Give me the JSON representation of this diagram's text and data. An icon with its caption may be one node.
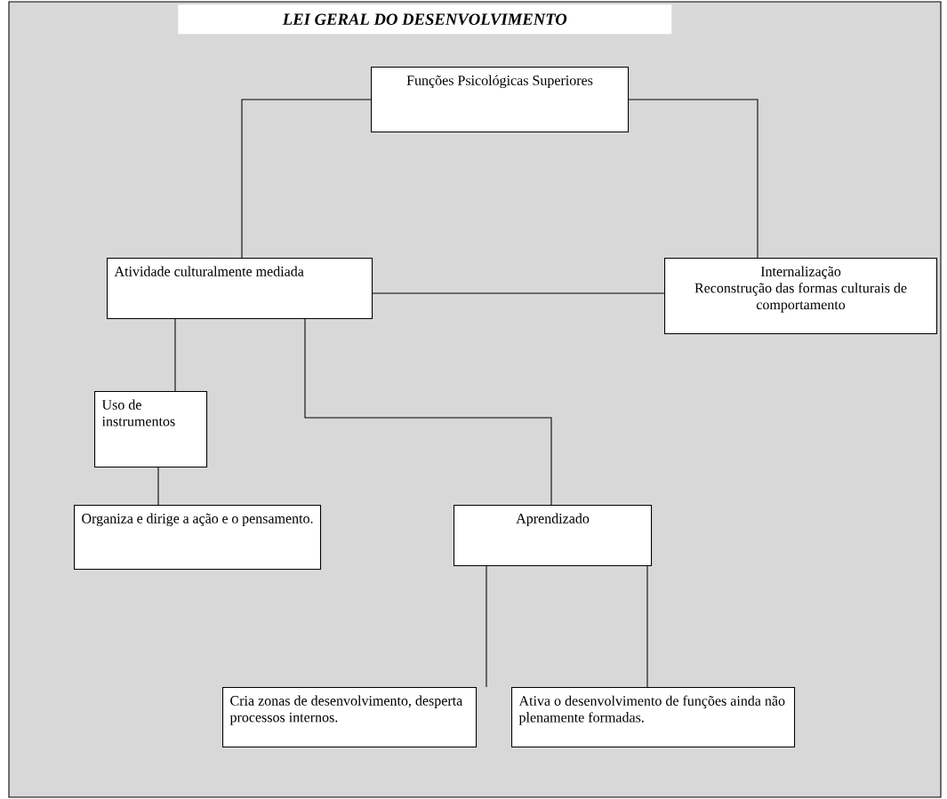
{
  "diagram": {
    "title": "LEI GERAL DO DESENVOLVIMENTO",
    "nodes": [
      {
        "text": [
          "Funções Psicológicas Superiores"
        ]
      },
      {
        "text": [
          "Atividade culturalmente mediada"
        ]
      },
      {
        "text": [
          "Internalização",
          "Reconstrução das formas culturais de comportamento"
        ]
      },
      {
        "text": [
          "Uso de instrumentos"
        ]
      },
      {
        "text": [
          "Organiza e dirige a ação e o pensamento."
        ]
      },
      {
        "text": [
          "Aprendizado"
        ]
      },
      {
        "text": [
          "Cria zonas de desenvolvimento, desperta processos internos."
        ]
      },
      {
        "text": [
          "Ativa o desenvolvimento de funções ainda não plenamente formadas."
        ]
      }
    ],
    "edges": [
      {
        "from": 0,
        "to": 1,
        "arrow": "none"
      },
      {
        "from": 0,
        "to": 2,
        "arrow": "none"
      },
      {
        "from": 1,
        "to": 2,
        "arrow": "none"
      },
      {
        "from": 1,
        "to": 3,
        "arrow": "none"
      },
      {
        "from": 1,
        "to": 5,
        "arrow": "none"
      },
      {
        "from": 3,
        "to": 4,
        "arrow": "none"
      },
      {
        "from": 5,
        "to": 6,
        "arrow": "none"
      },
      {
        "from": 5,
        "to": 7,
        "arrow": "none"
      }
    ]
  }
}
